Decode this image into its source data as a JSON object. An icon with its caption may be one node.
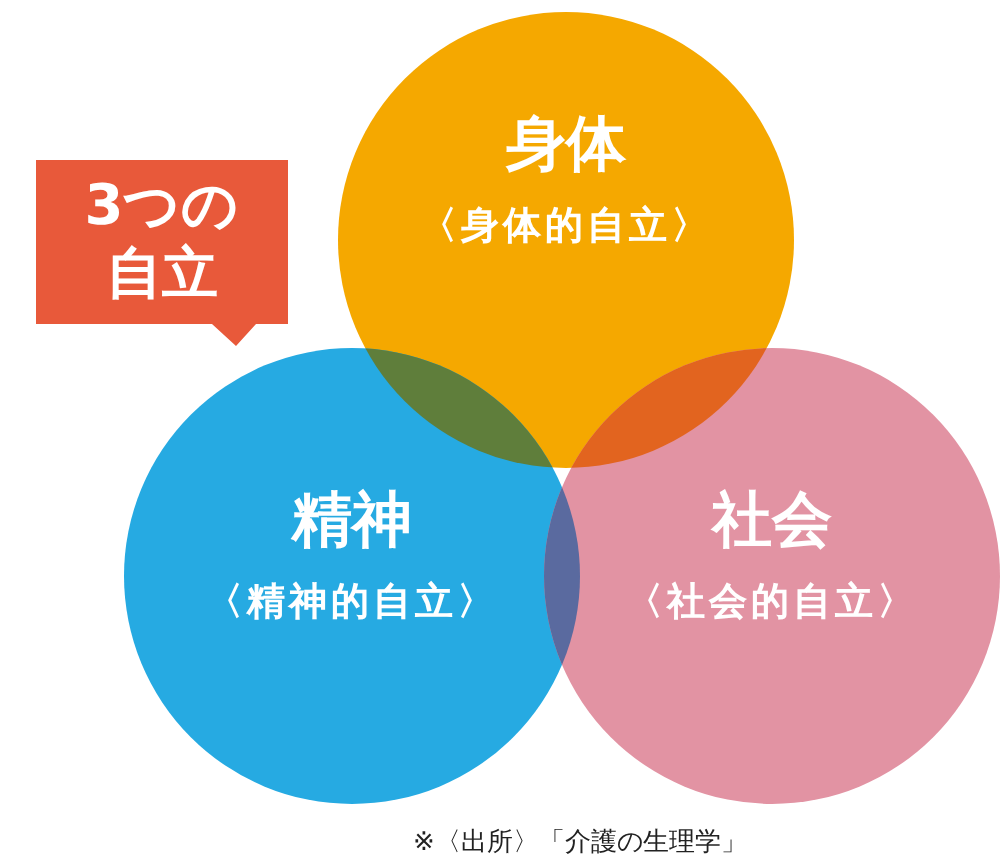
{
  "diagram": {
    "nodes": [
      {
        "text": [
          "3つの自立"
        ]
      },
      {
        "text": [
          "身体",
          "〈身体的自立〉"
        ]
      },
      {
        "text": [
          "精神",
          "〈精神的自立〉"
        ]
      },
      {
        "text": [
          "社会",
          "〈社会的自立〉"
        ]
      }
    ],
    "labels": [
      "※〈出所〉「介護の生理学」"
    ]
  }
}
